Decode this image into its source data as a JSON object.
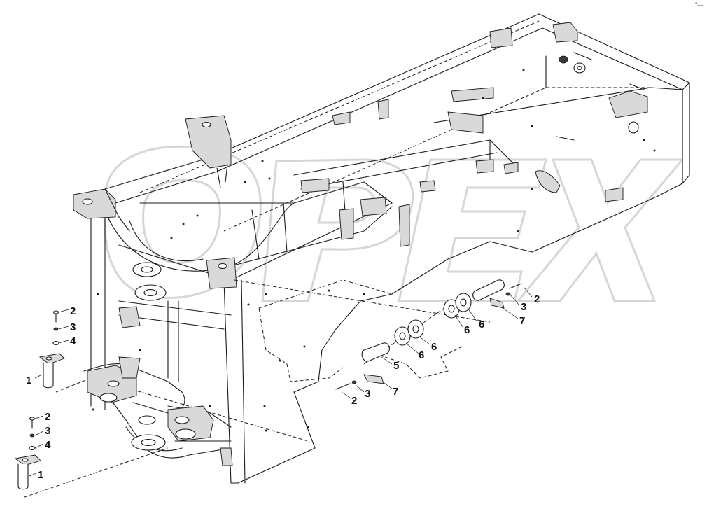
{
  "watermark": {
    "text": "OPEX"
  },
  "corner_mark": "″—",
  "callouts": [
    {
      "id": "c-1a",
      "label": "1"
    },
    {
      "id": "c-2a",
      "label": "2"
    },
    {
      "id": "c-3a",
      "label": "3"
    },
    {
      "id": "c-4a",
      "label": "4"
    },
    {
      "id": "c-1b",
      "label": "1"
    },
    {
      "id": "c-2b",
      "label": "2"
    },
    {
      "id": "c-3b",
      "label": "3"
    },
    {
      "id": "c-4b",
      "label": "4"
    },
    {
      "id": "c-2c",
      "label": "2"
    },
    {
      "id": "c-3c",
      "label": "3"
    },
    {
      "id": "c-7a",
      "label": "7"
    },
    {
      "id": "c-6a",
      "label": "6"
    },
    {
      "id": "c-6b",
      "label": "6"
    },
    {
      "id": "c-6c",
      "label": "6"
    },
    {
      "id": "c-6d",
      "label": "6"
    },
    {
      "id": "c-5",
      "label": "5"
    },
    {
      "id": "c-2d",
      "label": "2"
    },
    {
      "id": "c-3d",
      "label": "3"
    },
    {
      "id": "c-7b",
      "label": "7"
    }
  ]
}
